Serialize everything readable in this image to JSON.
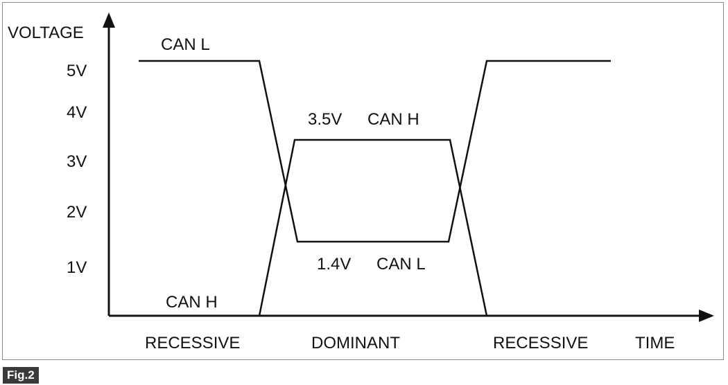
{
  "axis": {
    "y_label": "VOLTAGE",
    "x_label": "TIME",
    "y_ticks": [
      "5V",
      "4V",
      "3V",
      "2V",
      "1V"
    ]
  },
  "signals": {
    "can_l_top": "CAN L",
    "can_h_bottom": "CAN H",
    "dominant_high_value": "3.5V",
    "dominant_high_name": "CAN H",
    "dominant_low_value": "1.4V",
    "dominant_low_name": "CAN L"
  },
  "states": {
    "recessive_left": "RECESSIVE",
    "dominant": "DOMINANT",
    "recessive_right": "RECESSIVE"
  },
  "figure": {
    "badge": "Fig.2"
  },
  "colors": {
    "line": "#111111",
    "frame": "#888888",
    "badge_bg": "#3a3a3a"
  }
}
